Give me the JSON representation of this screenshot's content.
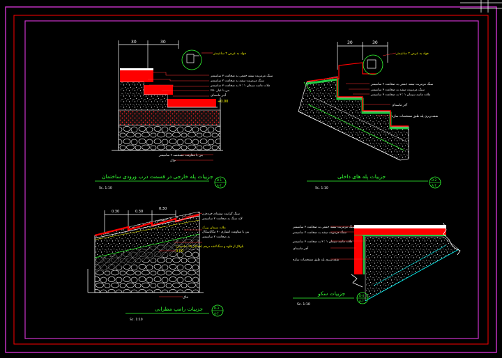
{
  "colors": {
    "background": "#000000",
    "frame_outer": "#cc33cc",
    "frame_inner": "#ff0000",
    "title": "#33ff33",
    "dim": "#ffffff",
    "leader": "#ff3333",
    "note": "#ffff00",
    "concrete": "#ffffff",
    "stone_red": "#ff0000",
    "mortar": "#22cc44",
    "cyan": "#00ffff"
  },
  "panels": {
    "tl": {
      "title": "جزییات پله خارجی در قسمت درب ورودی ساختمان",
      "scale": "Sc. 1:10",
      "badge_top": "D-1",
      "badge_bottom": "A-7",
      "dims": [
        "30",
        "30"
      ],
      "level": "+0.00",
      "note_top": "فواد به عرض ۲ سانتیمتر",
      "notes": [
        "سنگ مرمریت تیشه جمعی به ضخامت ۳ سانتیمتر",
        "سنگ مرمریت تیشه به ضخامت ۲ سانتیمتر",
        "ملات ماسه سیمان ۱ : ۳ به ضخامت ۳ سانتیمتر",
        "بتن با عیار ۲۵۰",
        "آجر ماسه‌ای",
        "+0.00"
      ],
      "notes_bottom": [
        "بتن با مقاومت مشخصه ۲ سانتیمتر",
        "خاک"
      ]
    },
    "tr": {
      "title": "جزییات پله های داخلی",
      "scale": "Sc. 1:10",
      "badge_top": "D-2",
      "badge_bottom": "A-7",
      "dims": [
        "30",
        "30"
      ],
      "note_top": "فواد به عرض ۲ سانتیمتر",
      "notes": [
        "سنگ مرمریت تیشه جمعی به ضخامت ۲ سانتیمتر",
        "سنگ مرمریت تیشه به ضخامت ۳ سانتیمتر",
        "ملات ماسه سیمان ۱ : ۳ به ضخامت ۳ سانتیمتر",
        "آجر ماسه‌ای",
        "شفت‌ریزی پله طبق مشخصات سازه"
      ]
    },
    "bl": {
      "title": "جزییات رامپ مطرابی",
      "scale": "Sc. 1:10",
      "badge_top": "D-3",
      "badge_bottom": "A-7",
      "dims": [
        "0.30",
        "0.30",
        "0.30"
      ],
      "level": "0.00",
      "notes": [
        "سنگ گرانیت تیشه‌ای خرده‌زن",
        "لایه سنگ به ضخامت ۲ سانتیمتر",
        "ملات سیمان برزک",
        "بتن با مقاومت اشتاری ۳۰ مگاپاسکال",
        "به ضخامت ۲ سانتیمتر",
        "بلوکاژ از قلوه و سنگ‌لاشه درهم (حداکثر ۲۵ سانتیمتر)"
      ],
      "note_bottom": "خاک"
    },
    "br": {
      "title": "جزییات سکو",
      "scale": "Sc. 1:10",
      "badge_top": "D-4",
      "badge_bottom": "A-7",
      "notes": [
        "سنگ مرمریت تیشه جمعی به ضخامت ۳ سانتیمتر",
        "سنگ مرمریت تیشه به ضخامت ۲ سانتیمتر",
        "ملات ماسه سیمان ۱ : ۳ به ضخامت ۳ سانتیمتر",
        "آجر ماسه‌ای",
        "شفت‌ریزی پله طبق مشخصات سازه"
      ]
    }
  }
}
